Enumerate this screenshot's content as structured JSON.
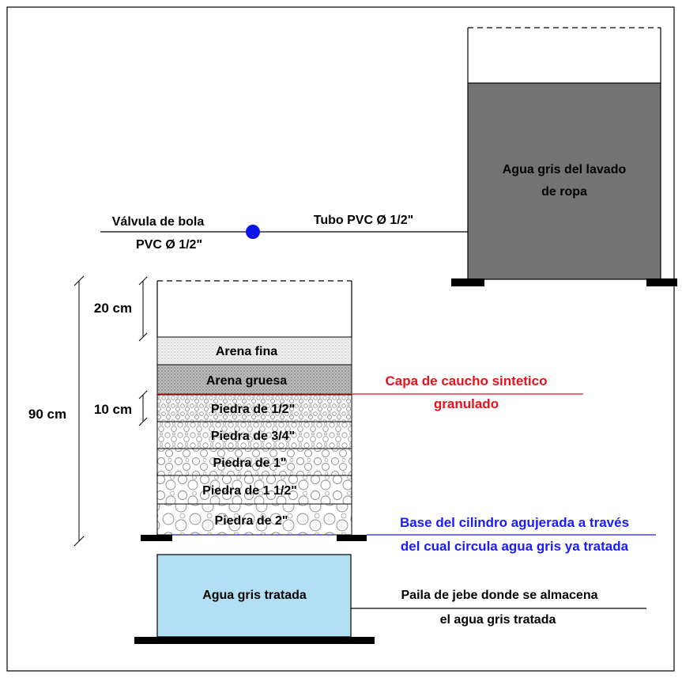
{
  "tank": {
    "label_line1": "Agua gris del lavado",
    "label_line2": "de ropa",
    "fill_color": "#737373"
  },
  "pipe": {
    "label": "Tubo PVC Ø 1/2\""
  },
  "valve": {
    "label_line1": "Válvula de bola",
    "label_line2": "PVC Ø 1/2\"",
    "color": "#0a14e6"
  },
  "filter": {
    "layers": [
      {
        "name": "Arena fina"
      },
      {
        "name": "Arena gruesa"
      },
      {
        "name": "Piedra de 1/2\""
      },
      {
        "name": "Piedra de 3/4\""
      },
      {
        "name": "Piedra de 1\""
      },
      {
        "name": "Piedra de 1 1/2\""
      },
      {
        "name": "Piedra de 2\""
      }
    ]
  },
  "dimensions": {
    "top_gap": "20 cm",
    "layer_height": "10 cm",
    "total_height": "90 cm"
  },
  "rubber_layer": {
    "label_line1": "Capa de caucho sintetico",
    "label_line2": "granulado",
    "color": "#e8111b"
  },
  "base": {
    "label_line1": "Base del cilindro agujerada a través",
    "label_line2": "del cual circula agua gris ya tratada",
    "color": "#1a1aff"
  },
  "treated": {
    "label": "Agua gris tratada",
    "fill_color": "#b3dff4"
  },
  "basin": {
    "label_line1": "Paila de jebe donde se almacena",
    "label_line2": "el agua gris tratada"
  }
}
